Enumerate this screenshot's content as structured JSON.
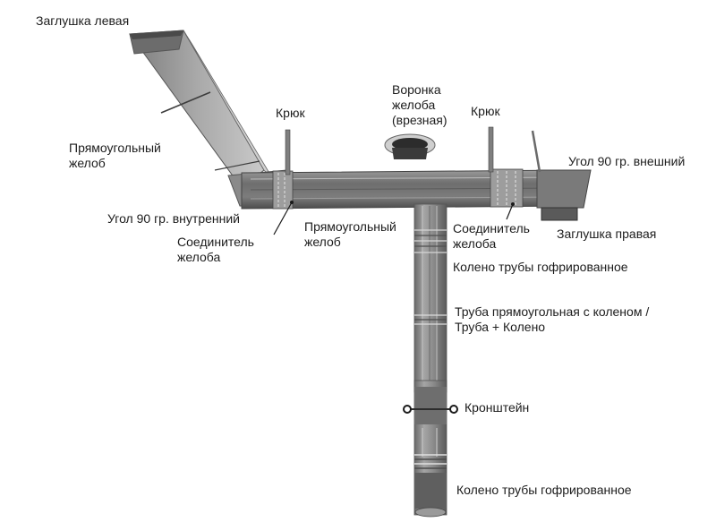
{
  "title": "Водосточная система: прямоугольный желоб",
  "palette": {
    "background": "#ffffff",
    "text": "#1c1c1c",
    "metal_light": "#b8b8b8",
    "metal_mid": "#8f8f8f",
    "metal_dark": "#5e5e5e"
  },
  "labels": {
    "cap_left": "Заглушка левая",
    "gutter_upper": [
      "Прямоугольный",
      "желоб"
    ],
    "hook_left": "Крюк",
    "funnel": [
      "Воронка",
      "желоба",
      "(врезная)"
    ],
    "hook_right": "Крюк",
    "corner_outer": "Угол 90 гр. внешний",
    "corner_inner": "Угол 90 гр. внутренний",
    "connector_left": [
      "Соединитель",
      "желоба"
    ],
    "gutter_middle": [
      "Прямоугольный",
      "желоб"
    ],
    "connector_right": [
      "Соединитель",
      "желоба"
    ],
    "cap_right": "Заглушка правая",
    "elbow_top": "Колено трубы гофрированное",
    "pipe": [
      "Труба прямоугольная с коленом /",
      "Труба + Колено"
    ],
    "bracket": "Кронштейн",
    "elbow_bottom": "Колено трубы гофрированное"
  }
}
